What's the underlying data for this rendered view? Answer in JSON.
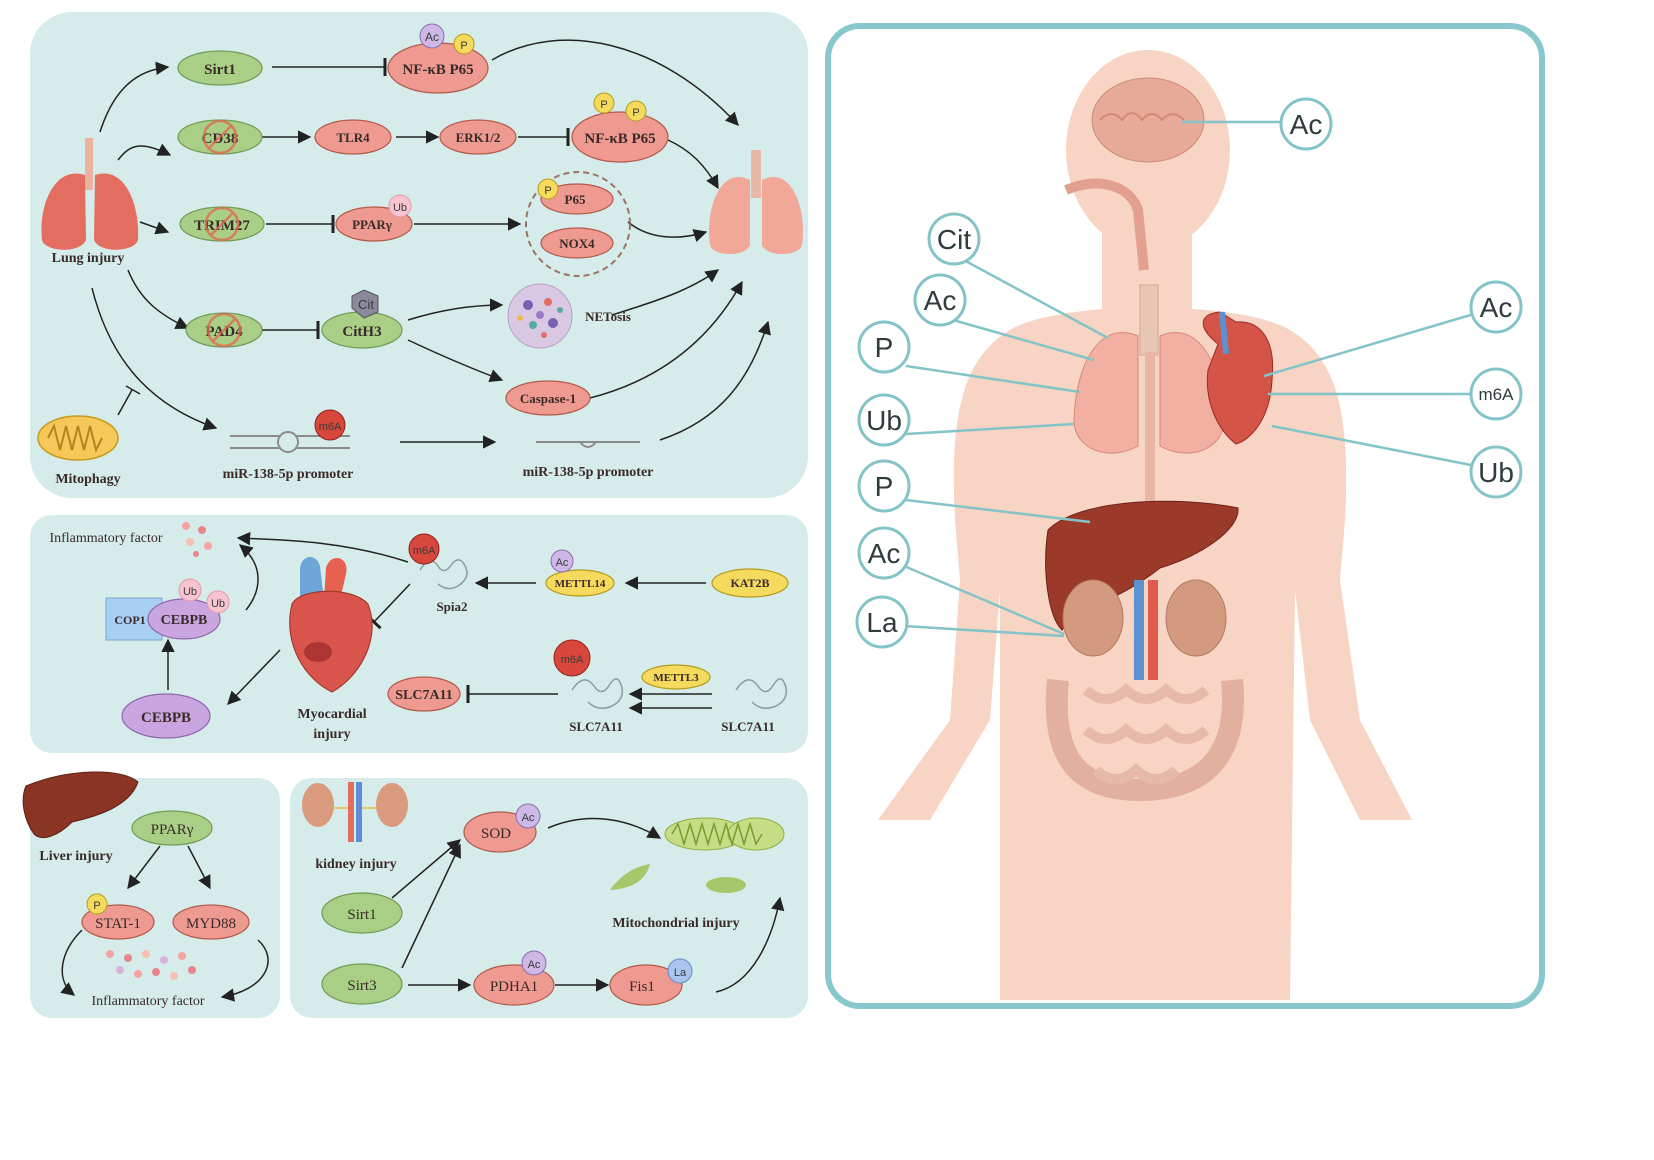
{
  "lung_panel": {
    "caption": "Lung injury",
    "sirt1": "Sirt1",
    "nfkb_top": "NF-κB P65",
    "cd38": "CD38",
    "tlr4": "TLR4",
    "erk": "ERK1/2",
    "nfkb_mid": "NF-κB P65",
    "trim27": "TRIM27",
    "ppar": "PPARγ",
    "p65": "P65",
    "nox4": "NOX4",
    "pad4": "PAD4",
    "cith3": "CitH3",
    "netosis": "NETosis",
    "caspase": "Caspase-1",
    "mitophagy": "Mitophagy",
    "promoter_left": "miR-138-5p promoter",
    "promoter_right": "miR-138-5p promoter"
  },
  "heart_panel": {
    "inflammatory": "Inflammatory factor",
    "cop1": "COP1",
    "cebpb_complex": "CEBPB",
    "cebpb": "CEBPB",
    "myocardial": [
      "Myocardial",
      "injury"
    ],
    "spia2": "Spia2",
    "mettl14": "METTL14",
    "kat2b": "KAT2B",
    "slc7a11_box": "SLC7A11",
    "slc7a11_mid": "SLC7A11",
    "slc7a11_right": "SLC7A11",
    "mettl3": "METTL3"
  },
  "liver_panel": {
    "caption": "Liver injury",
    "ppar": "PPARγ",
    "stat1": "STAT-1",
    "myd88": "MYD88",
    "inflammatory": "Inflammatory factor"
  },
  "kidney_panel": {
    "caption": "kidney injury",
    "sod": "SOD",
    "sirt1": "Sirt1",
    "sirt3": "Sirt3",
    "pdha1": "PDHA1",
    "fis1": "Fis1",
    "mito": "Mitochondrial injury"
  },
  "badges": {
    "ac": "Ac",
    "p": "P",
    "ub": "Ub",
    "cit": "Cit",
    "m6a": "m6A",
    "la": "La"
  },
  "body_labels": {
    "brain_ac": "Ac",
    "cit": "Cit",
    "lung_ac": "Ac",
    "lung_p": "P",
    "lung_ub": "Ub",
    "liver_p": "P",
    "kidney_ac": "Ac",
    "kidney_la": "La",
    "heart_ac": "Ac",
    "heart_m6a": "m6A",
    "heart_ub": "Ub"
  },
  "colors": {
    "panel_bg": "#d6ecea",
    "green_node": "#a9cf86",
    "salmon_node": "#ee9a90",
    "purple_node": "#c9a6df",
    "yellow_node": "#f6da5e",
    "body_skin": "#f8d4c4",
    "teal_line": "#84c4c8"
  }
}
